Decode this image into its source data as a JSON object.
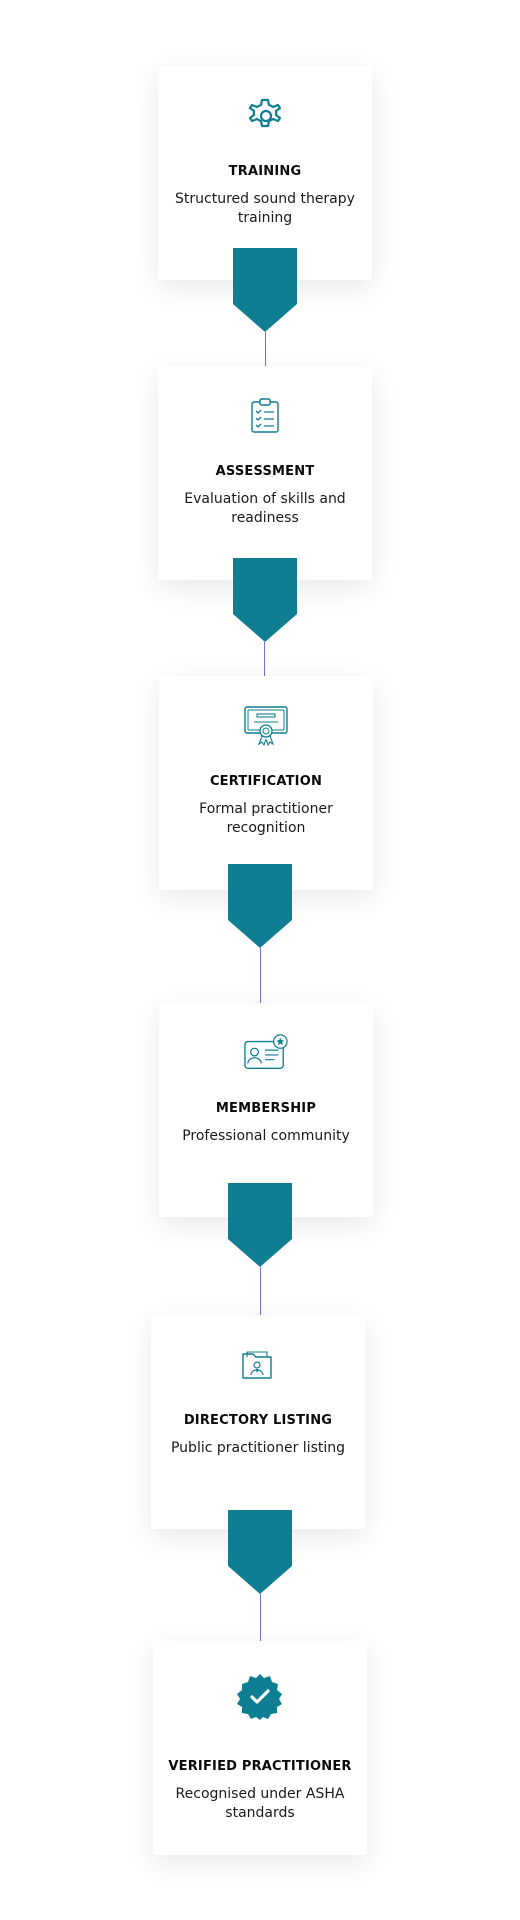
{
  "accent_color": "#0f7e93",
  "connector_color": "#6e72d6",
  "steps": [
    {
      "title": "TRAINING",
      "description": "Structured sound therapy training",
      "icon": "gear-icon"
    },
    {
      "title": "ASSESSMENT",
      "description": "Evaluation of skills and readiness",
      "icon": "clipboard-checklist-icon"
    },
    {
      "title": "CERTIFICATION",
      "description": "Formal practitioner recognition",
      "icon": "certificate-icon"
    },
    {
      "title": "MEMBERSHIP",
      "description": "Professional community",
      "icon": "member-id-card-icon"
    },
    {
      "title": "DIRECTORY LISTING",
      "description": "Public practitioner listing",
      "icon": "directory-folder-icon"
    },
    {
      "title": "VERIFIED PRACTITIONER",
      "description": "Recognised under ASHA standards",
      "icon": "verified-badge-icon"
    }
  ]
}
